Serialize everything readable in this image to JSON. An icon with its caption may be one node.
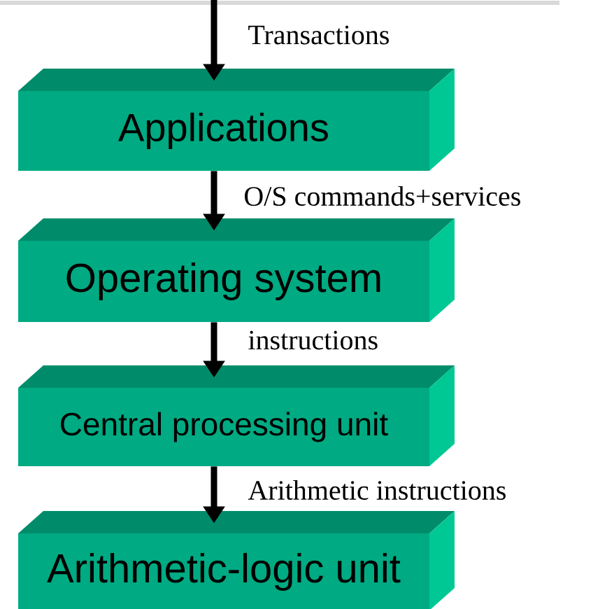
{
  "diagram": {
    "nodes": [
      {
        "text": [
          "Applications"
        ]
      },
      {
        "text": [
          "Operating system"
        ]
      },
      {
        "text": [
          "Central processing unit"
        ]
      },
      {
        "text": [
          "Arithmetic-logic unit"
        ]
      }
    ],
    "edges": [
      {
        "from": null,
        "to": 0,
        "arrow": "to",
        "label": "Transactions"
      },
      {
        "from": 0,
        "to": 1,
        "arrow": "to",
        "label": "O/S commands+services"
      },
      {
        "from": 1,
        "to": 2,
        "arrow": "to",
        "label": "instructions"
      },
      {
        "from": 2,
        "to": 3,
        "arrow": "to",
        "label": "Arithmetic instructions"
      }
    ]
  }
}
